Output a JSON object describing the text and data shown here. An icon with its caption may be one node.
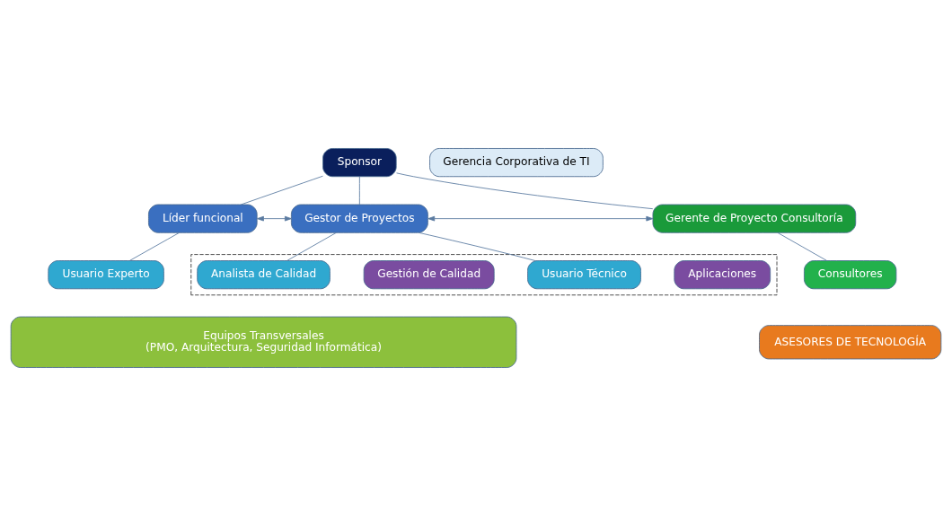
{
  "diagram": {
    "nodes": [
      {
        "text": [
          "Sponsor"
        ]
      },
      {
        "text": [
          "Gerencia Corporativa de TI"
        ]
      },
      {
        "text": [
          "Líder funcional"
        ]
      },
      {
        "text": [
          "Gestor de Proyectos"
        ]
      },
      {
        "text": [
          "Gerente de Proyecto Consultoría"
        ]
      },
      {
        "text": [
          "Usuario Experto"
        ]
      },
      {
        "text": [
          "Consultores"
        ]
      },
      {
        "text": [],
        "shape": "box"
      },
      {
        "text": [
          "Aplicaciones"
        ],
        "in": 7
      },
      {
        "text": [
          "Usuario Técnico"
        ],
        "in": 7
      },
      {
        "text": [
          "Gestión de Calidad"
        ],
        "in": 7
      },
      {
        "text": [
          "Analista de Calidad"
        ],
        "in": 7
      },
      {
        "text": [
          "ASESORES DE TECNOLOGÍA"
        ]
      },
      {
        "text": [
          "Equipos Transversales",
          "(PMO, Arquitectura, Seguridad Informática)"
        ]
      }
    ],
    "edges": [
      {
        "from": 0,
        "to": 2,
        "arrow": "none"
      },
      {
        "from": 0,
        "to": 3,
        "arrow": "none"
      },
      {
        "from": 0,
        "to": 4,
        "arrow": "none"
      },
      {
        "from": 2,
        "to": 3,
        "arrow": "both"
      },
      {
        "from": 3,
        "to": 4,
        "arrow": "both"
      },
      {
        "from": 2,
        "to": 5,
        "arrow": "none"
      },
      {
        "from": 3,
        "to": 9,
        "arrow": "none"
      },
      {
        "from": 3,
        "to": 11,
        "arrow": "none"
      },
      {
        "from": 4,
        "to": 6,
        "arrow": "none"
      }
    ]
  }
}
